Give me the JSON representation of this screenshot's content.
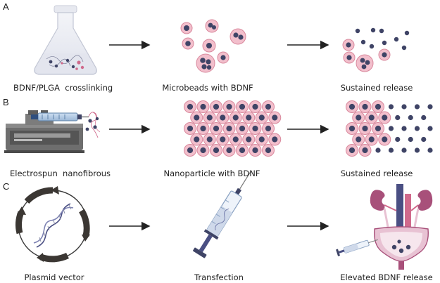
{
  "panels": [
    {
      "letter": "A",
      "captions": [
        "BDNF/PLGA  crosslinking",
        "Microbeads with BDNF",
        "Sustained release"
      ]
    },
    {
      "letter": "B",
      "captions": [
        "Electrospun  nanofibrous",
        "Nanoparticle with BDNF",
        "Sustained release"
      ]
    },
    {
      "letter": "C",
      "captions": [
        "Plasmid vector",
        "Transfection",
        "Elevated BDNF release"
      ]
    }
  ],
  "icons": [
    "erlenmeyer-flask-icon",
    "electrospinning-machine-icon",
    "syringe-icon",
    "plasmid-icon",
    "urinary-organ-icon",
    "arrow-right-icon"
  ],
  "colors": {
    "bead_fill": "#f2bfcc",
    "bead_ring": "#d9899d",
    "core": "#3f4466",
    "organ": "#a8507a",
    "organ_light": "#e8c2d3",
    "vessel_blue": "#4a4f83",
    "vessel_pink": "#d06a8c",
    "arrow": "#222222"
  }
}
